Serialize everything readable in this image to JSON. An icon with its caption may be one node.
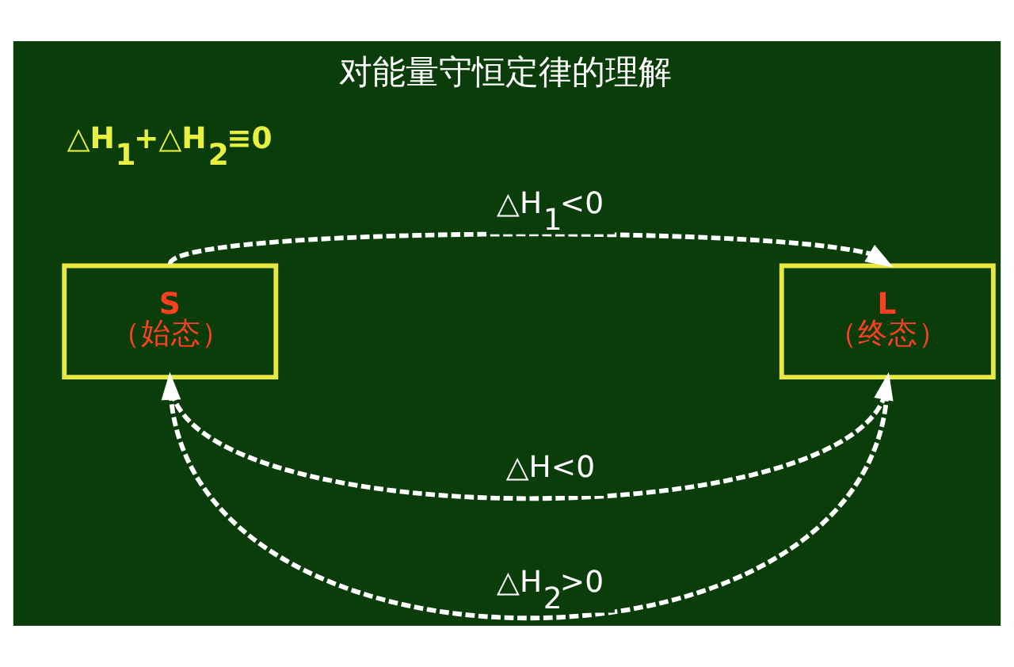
{
  "diagram": {
    "title": "对能量守恒定律的理解",
    "nodes": [
      {
        "text": [
          "S",
          "（始态）"
        ]
      },
      {
        "text": [
          "L",
          "（终态）"
        ]
      }
    ],
    "edges": [
      {
        "from": 0,
        "to": 1,
        "arrow": "to",
        "style": "dashed",
        "label": "△H$_{1}$<0"
      },
      {
        "from": 1,
        "to": 0,
        "arrow": "to",
        "style": "dashed",
        "label": "△H$_{2}$>0"
      },
      {
        "from": 0,
        "to": 1,
        "arrow": "to",
        "style": "dashed",
        "label": "△H<0"
      }
    ],
    "labels": [
      "△H$_{1}$+△H$_{2}$≡0"
    ]
  }
}
